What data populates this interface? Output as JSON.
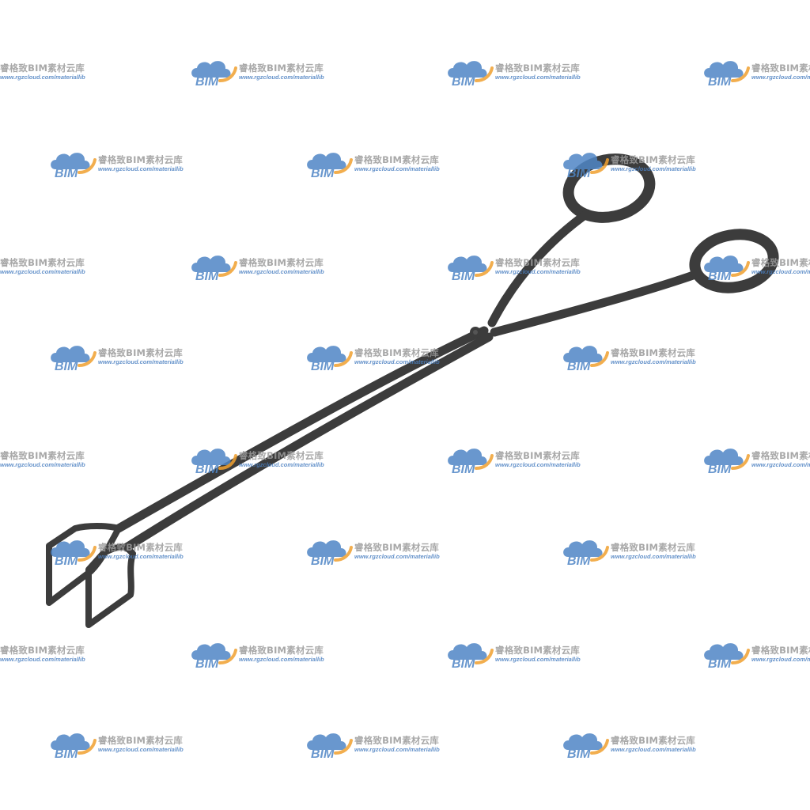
{
  "watermark": {
    "logo_text": "BIM",
    "title": "睿格致BIM素材云库",
    "url": "www.rgzcloud.com/materiallib",
    "colors": {
      "cloud": "#4f86c6",
      "arc": "#f0a030",
      "text_gray": "#9a9a9a",
      "url_blue": "#4a7fc1"
    }
  },
  "object": {
    "name": "scissor-tongs",
    "color": "#3c3c3c"
  }
}
